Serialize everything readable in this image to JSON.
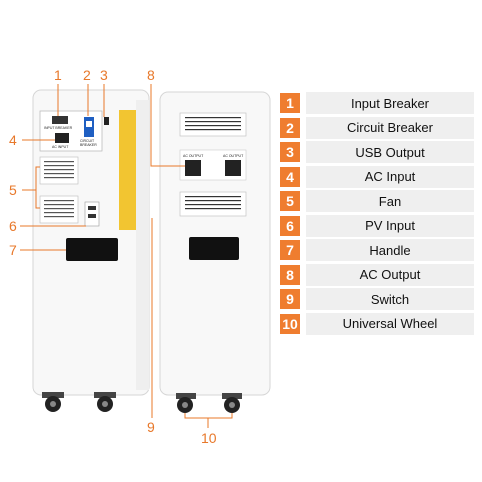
{
  "legend": [
    {
      "num": "1",
      "label": "Input Breaker"
    },
    {
      "num": "2",
      "label": "Circuit Breaker"
    },
    {
      "num": "3",
      "label": "USB Output"
    },
    {
      "num": "4",
      "label": "AC Input"
    },
    {
      "num": "5",
      "label": "Fan"
    },
    {
      "num": "6",
      "label": "PV Input"
    },
    {
      "num": "7",
      "label": "Handle"
    },
    {
      "num": "8",
      "label": "AC Output"
    },
    {
      "num": "9",
      "label": "Switch"
    },
    {
      "num": "10",
      "label": "Universal Wheel"
    }
  ],
  "callouts": {
    "c1": "1",
    "c2": "2",
    "c3": "3",
    "c4": "4",
    "c5": "5",
    "c6": "6",
    "c7": "7",
    "c8": "8",
    "c9": "9",
    "c10": "10"
  },
  "panel_labels": {
    "input_breaker": "INPUT BREAKER",
    "ac_input": "AC INPUT",
    "circuit_breaker": "CIRCUIT BREAKER",
    "ac_output_left": "AC OUTPUT",
    "ac_output_right": "AC OUTPUT"
  },
  "colors": {
    "accent": "#ef7d2f",
    "callout": "#e8782a",
    "yellow_panel": "#f2c531",
    "label_bg": "#efefef"
  }
}
